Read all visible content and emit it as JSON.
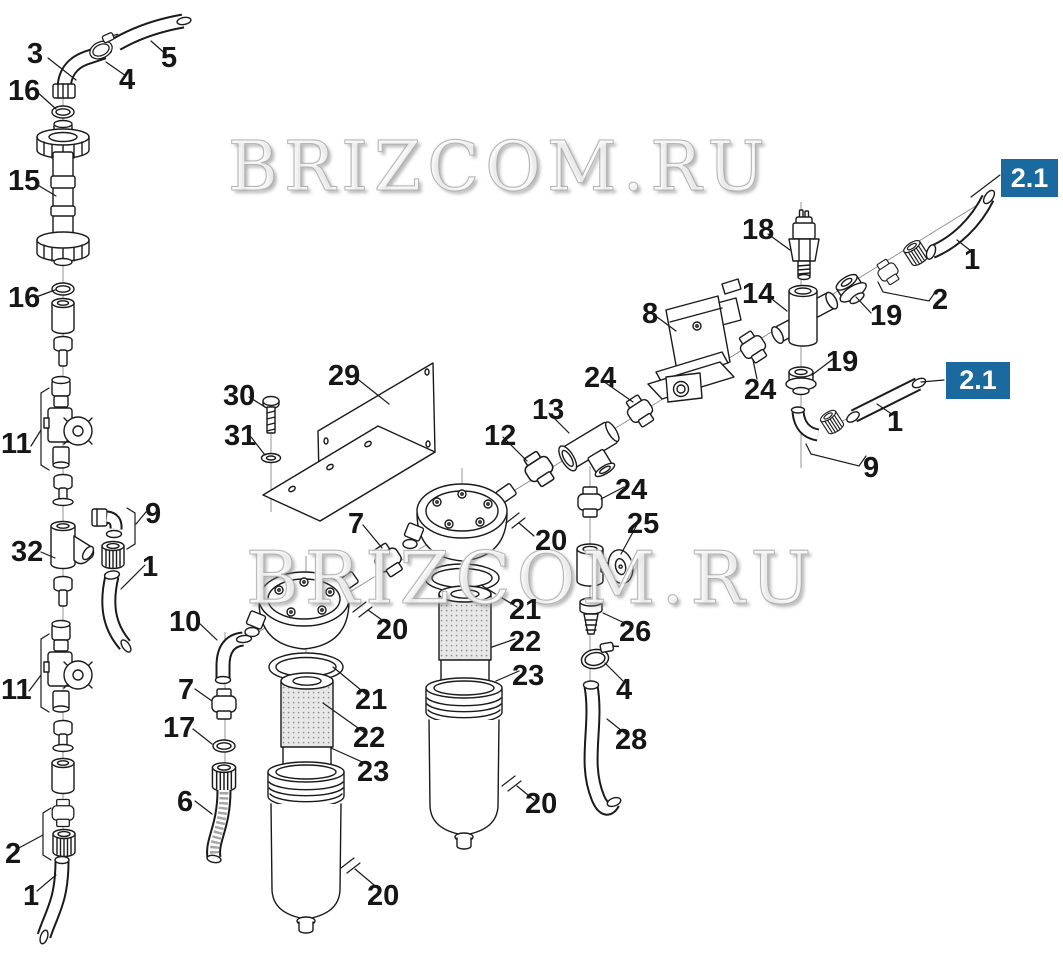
{
  "diagram": {
    "background": "#ffffff",
    "line_color": "#1a1a1a",
    "badge_color": "#1a699f"
  },
  "watermarks": {
    "top": "BRIZCOM.RU",
    "middle": "BRIZCOM.RU"
  },
  "badges": [
    {
      "text": "2.1"
    },
    {
      "text": "2.1"
    }
  ],
  "callouts": [
    {
      "text": "3"
    },
    {
      "text": "4"
    },
    {
      "text": "5"
    },
    {
      "text": "16"
    },
    {
      "text": "15"
    },
    {
      "text": "16"
    },
    {
      "text": "11"
    },
    {
      "text": "9"
    },
    {
      "text": "1"
    },
    {
      "text": "32"
    },
    {
      "text": "11"
    },
    {
      "text": "2"
    },
    {
      "text": "1"
    },
    {
      "text": "10"
    },
    {
      "text": "7"
    },
    {
      "text": "17"
    },
    {
      "text": "6"
    },
    {
      "text": "29"
    },
    {
      "text": "30"
    },
    {
      "text": "31"
    },
    {
      "text": "7"
    },
    {
      "text": "20"
    },
    {
      "text": "21"
    },
    {
      "text": "22"
    },
    {
      "text": "23"
    },
    {
      "text": "20"
    },
    {
      "text": "12"
    },
    {
      "text": "13"
    },
    {
      "text": "24"
    },
    {
      "text": "8"
    },
    {
      "text": "18"
    },
    {
      "text": "14"
    },
    {
      "text": "24"
    },
    {
      "text": "19"
    },
    {
      "text": "2"
    },
    {
      "text": "1"
    },
    {
      "text": "19"
    },
    {
      "text": "20"
    },
    {
      "text": "21"
    },
    {
      "text": "22"
    },
    {
      "text": "23"
    },
    {
      "text": "24"
    },
    {
      "text": "25"
    },
    {
      "text": "26"
    },
    {
      "text": "4"
    },
    {
      "text": "28"
    },
    {
      "text": "20"
    },
    {
      "text": "9"
    },
    {
      "text": "1"
    }
  ]
}
